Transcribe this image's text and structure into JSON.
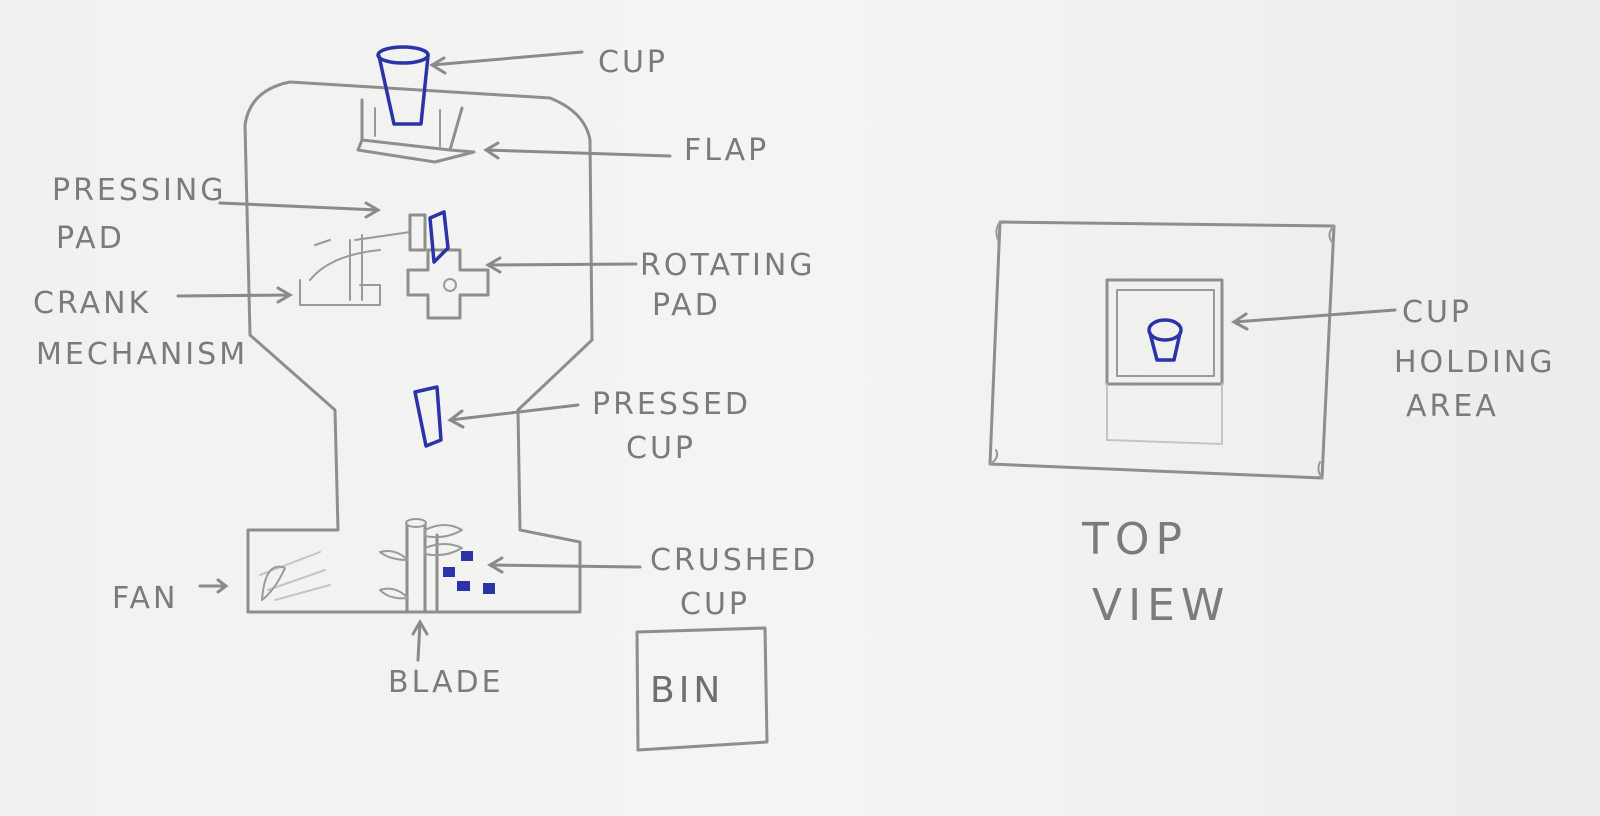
{
  "labels": {
    "cup": "CUP",
    "flap": "FLAP",
    "pressing_pad_line1": "PRESSING",
    "pressing_pad_line2": "PAD",
    "rotating_pad_line1": "ROTATING",
    "rotating_pad_line2": "PAD",
    "crank_line1": "CRANK",
    "crank_line2": "MECHANISM",
    "pressed_cup_line1": "PRESSED",
    "pressed_cup_line2": "CUP",
    "crushed_cup_line1": "CRUSHED",
    "crushed_cup_line2": "CUP",
    "fan": "FAN",
    "blade": "BLADE",
    "bin": "BIN",
    "top_cup": "CUP",
    "holding_line1": "HOLDING",
    "holding_line2": "AREA",
    "top_view_line1": "TOP",
    "top_view_line2": "VIEW"
  },
  "colors": {
    "pencil": "#8e8e8c",
    "ink": "#2b33a8",
    "paper": "#f1f1ef"
  }
}
